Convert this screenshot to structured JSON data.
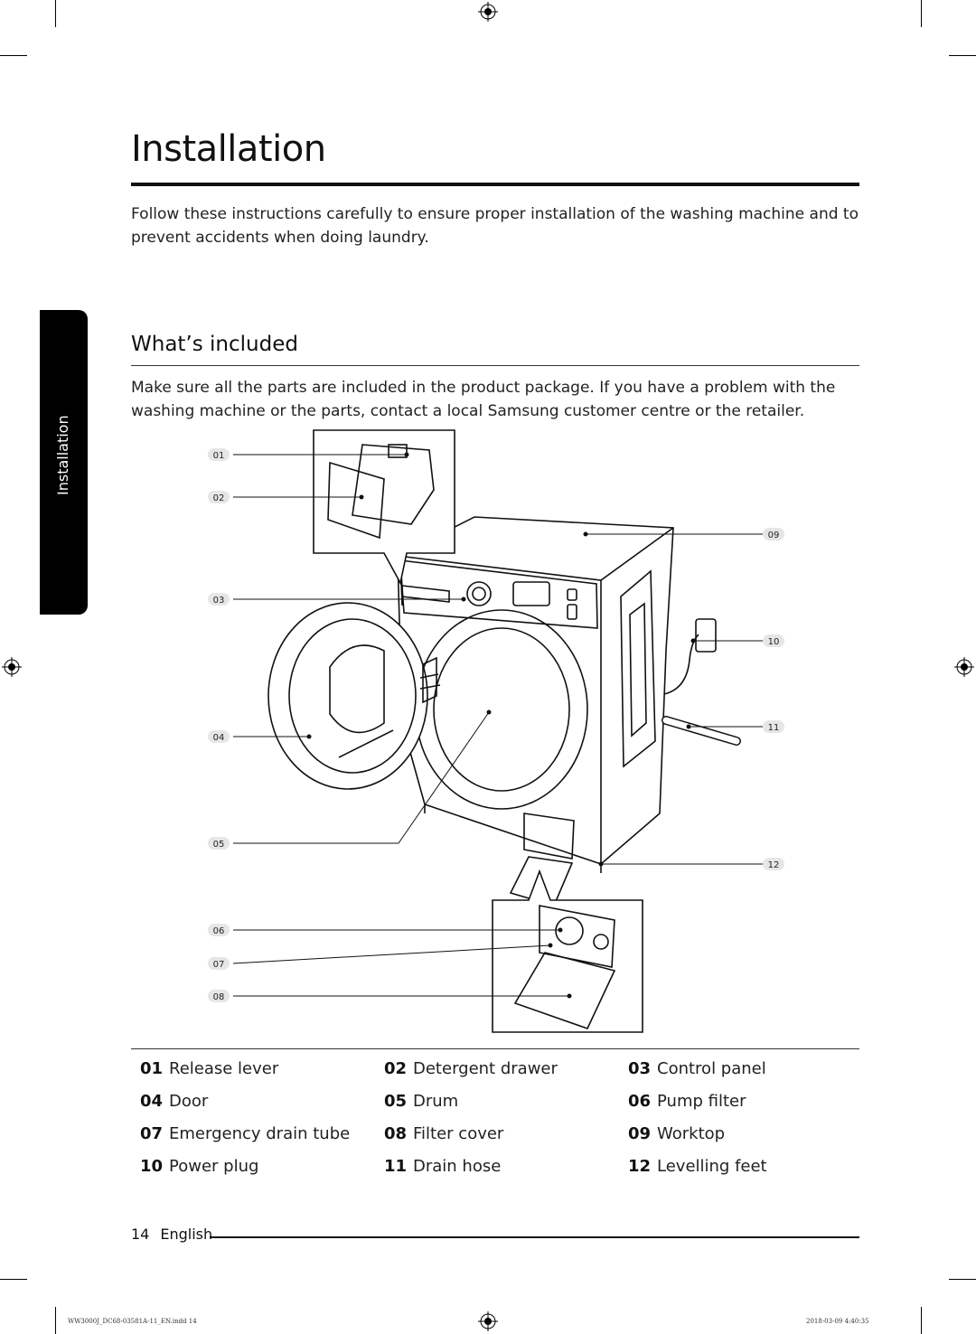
{
  "page": {
    "title": "Installation",
    "intro": "Follow these instructions carefully to ensure proper installation of the washing machine and to prevent accidents when doing laundry.",
    "side_tab": "Installation"
  },
  "section": {
    "title": "What’s included",
    "description": "Make sure all the parts are included in the product package. If you have a problem with the washing machine or the parts, contact a local Samsung customer centre or the retailer."
  },
  "diagram": {
    "callouts": [
      "01",
      "02",
      "03",
      "04",
      "05",
      "06",
      "07",
      "08",
      "09",
      "10",
      "11",
      "12"
    ]
  },
  "parts": [
    {
      "num": "01",
      "label": "Release lever"
    },
    {
      "num": "02",
      "label": "Detergent drawer"
    },
    {
      "num": "03",
      "label": "Control panel"
    },
    {
      "num": "04",
      "label": "Door"
    },
    {
      "num": "05",
      "label": "Drum"
    },
    {
      "num": "06",
      "label": "Pump filter"
    },
    {
      "num": "07",
      "label": "Emergency drain tube"
    },
    {
      "num": "08",
      "label": "Filter cover"
    },
    {
      "num": "09",
      "label": "Worktop"
    },
    {
      "num": "10",
      "label": "Power plug"
    },
    {
      "num": "11",
      "label": "Drain hose"
    },
    {
      "num": "12",
      "label": "Levelling feet"
    }
  ],
  "footer": {
    "page_number": "14",
    "language": "English",
    "slug_file": "WW3000J_DC68-03581A-11_EN.indd   14",
    "slug_date": "2018-03-09   4:40:35"
  }
}
